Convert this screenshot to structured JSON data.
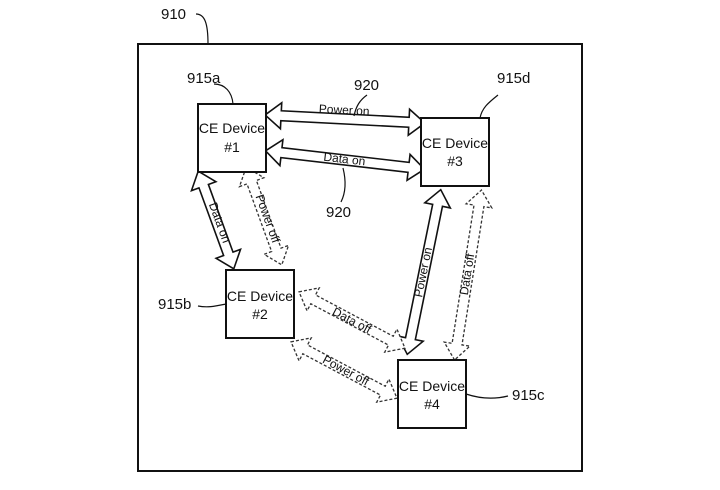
{
  "figure": {
    "ref_main": "910",
    "ref_a": "915a",
    "ref_b": "915b",
    "ref_c": "915c",
    "ref_d": "915d",
    "ref_link_top": "920",
    "ref_link_bottom": "920"
  },
  "devices": {
    "d1": {
      "name": "CE Device",
      "num": "#1"
    },
    "d2": {
      "name": "CE Device",
      "num": "#2"
    },
    "d3": {
      "name": "CE Device",
      "num": "#3"
    },
    "d4": {
      "name": "CE Device",
      "num": "#4"
    }
  },
  "links": {
    "d1_d3_power": "Power on",
    "d1_d3_data": "Data on",
    "d1_d2_data": "Data on",
    "d1_d2_power": "Power off",
    "d3_d4_power": "Power on",
    "d3_d4_data": "Data off",
    "d2_d4_data": "Data off",
    "d2_d4_power": "Power off"
  }
}
